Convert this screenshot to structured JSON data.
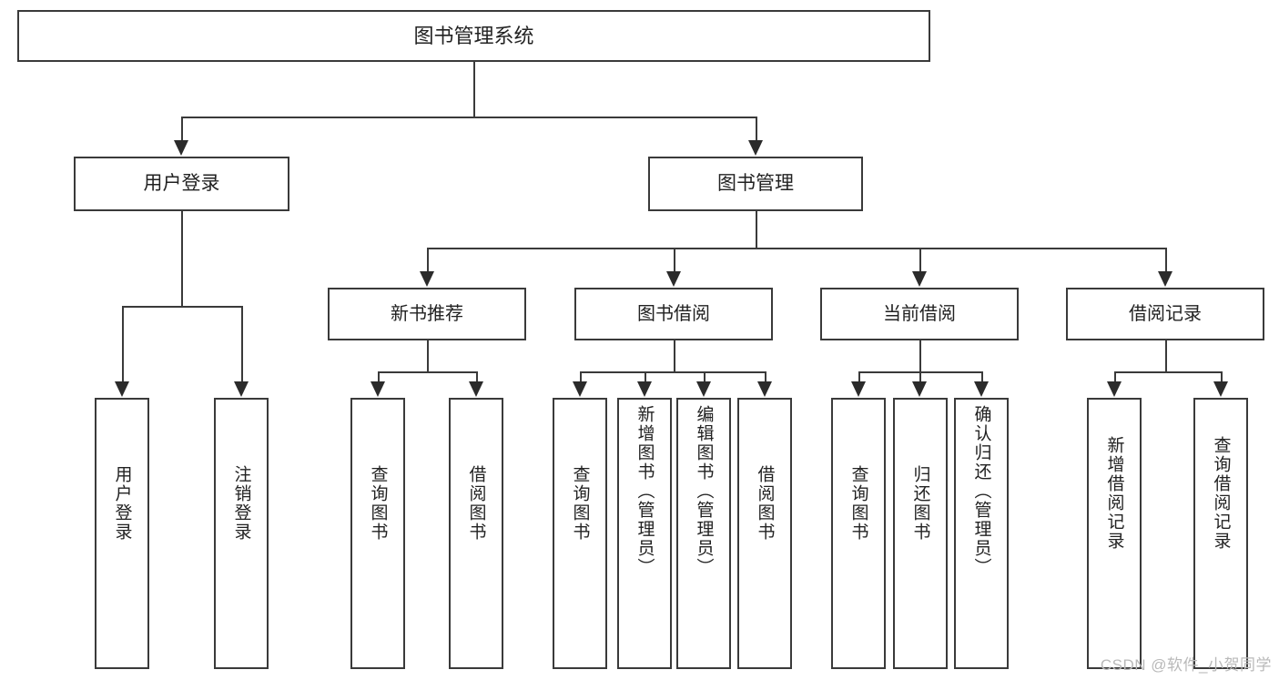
{
  "diagram": {
    "type": "tree-hierarchy",
    "title": "图书管理系统",
    "root": {
      "label": "图书管理系统"
    },
    "level1": [
      {
        "id": "user-login",
        "label": "用户登录"
      },
      {
        "id": "book-management",
        "label": "图书管理"
      }
    ],
    "level2": [
      {
        "id": "new-book-recommend",
        "label": "新书推荐",
        "parent": "book-management"
      },
      {
        "id": "book-borrow",
        "label": "图书借阅",
        "parent": "book-management"
      },
      {
        "id": "current-borrow",
        "label": "当前借阅",
        "parent": "book-management"
      },
      {
        "id": "borrow-record",
        "label": "借阅记录",
        "parent": "book-management"
      }
    ],
    "leaves": {
      "user-login": [
        {
          "id": "leaf-user-login",
          "label": "用户登录"
        },
        {
          "id": "leaf-user-logout",
          "label": "注销登录"
        }
      ],
      "new-book-recommend": [
        {
          "id": "leaf-query-book-1",
          "label": "查询图书"
        },
        {
          "id": "leaf-borrow-book-1",
          "label": "借阅图书"
        }
      ],
      "book-borrow": [
        {
          "id": "leaf-query-book-2",
          "label": "查询图书"
        },
        {
          "id": "leaf-add-book",
          "label": "新增图书（管理员）"
        },
        {
          "id": "leaf-edit-book",
          "label": "编辑图书（管理员）"
        },
        {
          "id": "leaf-borrow-book-2",
          "label": "借阅图书"
        }
      ],
      "current-borrow": [
        {
          "id": "leaf-query-book-3",
          "label": "查询图书"
        },
        {
          "id": "leaf-return-book",
          "label": "归还图书"
        },
        {
          "id": "leaf-confirm-return",
          "label": "确认归还（管理员）"
        }
      ],
      "borrow-record": [
        {
          "id": "leaf-add-record",
          "label": "新增借阅记录"
        },
        {
          "id": "leaf-query-record",
          "label": "查询借阅记录"
        }
      ]
    }
  },
  "watermark": {
    "text": "CSDN @软件_小贺同学"
  },
  "colors": {
    "stroke": "#3a3a3a",
    "background": "#ffffff",
    "text": "#222222",
    "watermark": "#b9b9b9"
  }
}
